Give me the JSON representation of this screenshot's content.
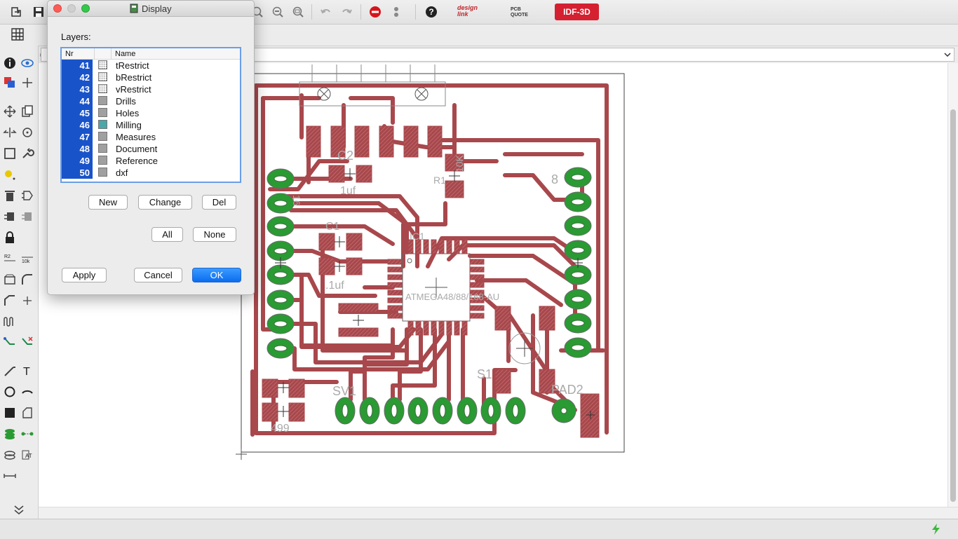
{
  "toolbar": {
    "brands": {
      "designlink": "design link",
      "pcbquote": "PCB QUOTE",
      "idf3d": "IDF-3D"
    },
    "icons": [
      "open-icon",
      "save-icon",
      "zoom-in-icon",
      "zoom-out-icon",
      "zoom-select-icon",
      "undo-icon",
      "redo-icon",
      "stop-icon",
      "pause-icon",
      "help-icon"
    ]
  },
  "command_line": {
    "prefix": "0",
    "value": ""
  },
  "dialog": {
    "title": "Display",
    "layers_label": "Layers:",
    "columns": {
      "nr": "Nr",
      "name": "Name"
    },
    "layers": [
      {
        "nr": "41",
        "name": "tRestrict",
        "color": "dots"
      },
      {
        "nr": "42",
        "name": "bRestrict",
        "color": "dots"
      },
      {
        "nr": "43",
        "name": "vRestrict",
        "color": "dots"
      },
      {
        "nr": "44",
        "name": "Drills",
        "color": "#a0a0a0"
      },
      {
        "nr": "45",
        "name": "Holes",
        "color": "#a0a0a0"
      },
      {
        "nr": "46",
        "name": "Milling",
        "color": "#4aa8a8"
      },
      {
        "nr": "47",
        "name": "Measures",
        "color": "#a0a0a0"
      },
      {
        "nr": "48",
        "name": "Document",
        "color": "#a0a0a0"
      },
      {
        "nr": "49",
        "name": "Reference",
        "color": "#a0a0a0"
      },
      {
        "nr": "50",
        "name": "dxf",
        "color": "#a0a0a0"
      }
    ],
    "buttons": {
      "new": "New",
      "change": "Change",
      "del": "Del",
      "all": "All",
      "none": "None",
      "apply": "Apply",
      "cancel": "Cancel",
      "ok": "OK"
    }
  },
  "board": {
    "labels": {
      "c2": "C2",
      "c2_val": "1uf",
      "c1": "C1",
      "c1_val": ".1uf",
      "r1": "R1",
      "r1_val": "10K",
      "ic": "IC1",
      "ic_part": "ATMEGA48/88/168-AU",
      "sv1": "SV1",
      "pad2": "PAD2",
      "r499": "499",
      "s1": "S1",
      "n8": "8",
      "n16": "16"
    },
    "colors": {
      "trace": "#a8484c",
      "pad": "#2a9a33",
      "outline": "#555555"
    }
  }
}
